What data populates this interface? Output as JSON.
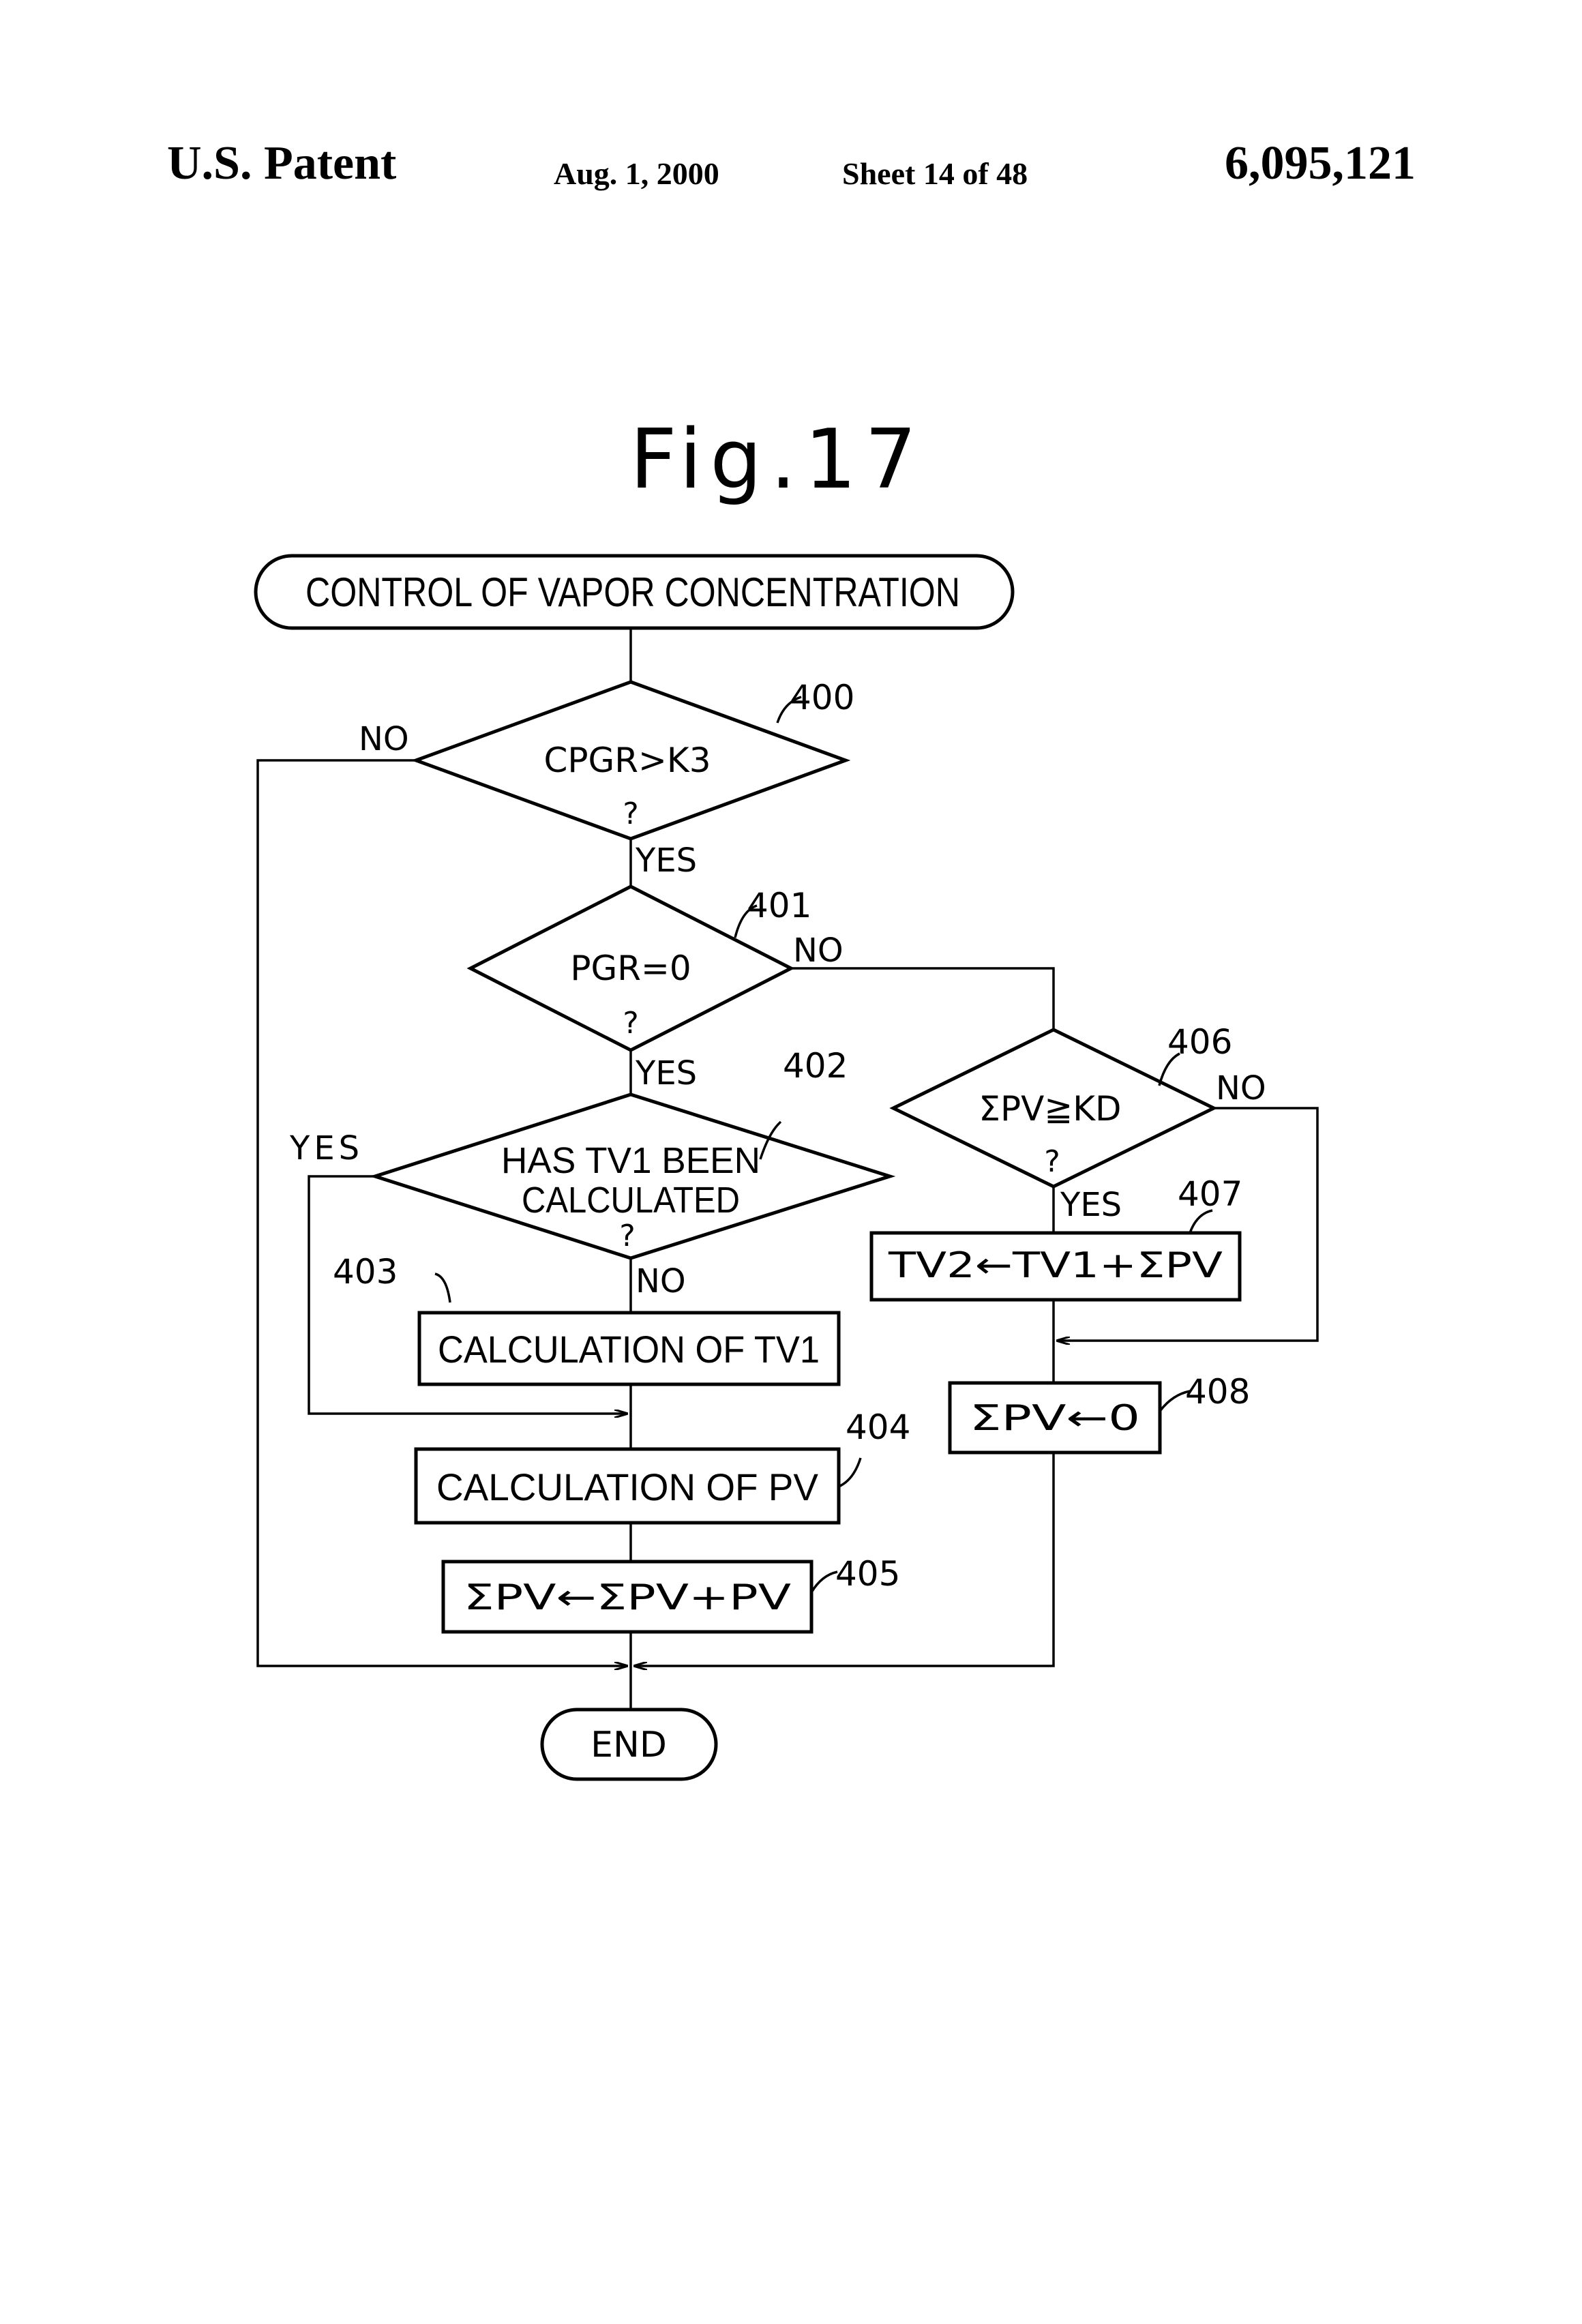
{
  "header": {
    "left": "U.S. Patent",
    "date": "Aug. 1, 2000",
    "sheet": "Sheet 14 of 48",
    "number": "6,095,121"
  },
  "figure": {
    "title": "Fig.17",
    "start": "CONTROL OF VAPOR CONCENTRATION",
    "end": "END",
    "d400": {
      "text": "CPGR>K3",
      "q": "?",
      "ref": "400",
      "no": "NO",
      "yes": "YES"
    },
    "d401": {
      "text": "PGR=0",
      "q": "?",
      "ref": "401",
      "no": "NO",
      "yes": "YES"
    },
    "d402": {
      "line1": "HAS TV1 BEEN",
      "line2": "CALCULATED",
      "q": "?",
      "ref": "402",
      "no": "NO",
      "yes": "YES"
    },
    "d406": {
      "text": "ΣPV≧KD",
      "q": "?",
      "ref": "406",
      "no": "NO",
      "yes": "YES"
    },
    "b403": {
      "text": "CALCULATION OF TV1",
      "ref": "403"
    },
    "b404": {
      "text": "CALCULATION OF PV",
      "ref": "404"
    },
    "b405": {
      "text": "ΣPV←ΣPV+PV",
      "ref": "405"
    },
    "b407": {
      "text": "TV2←TV1+ΣPV",
      "ref": "407"
    },
    "b408": {
      "text": "ΣPV←0",
      "ref": "408"
    }
  }
}
